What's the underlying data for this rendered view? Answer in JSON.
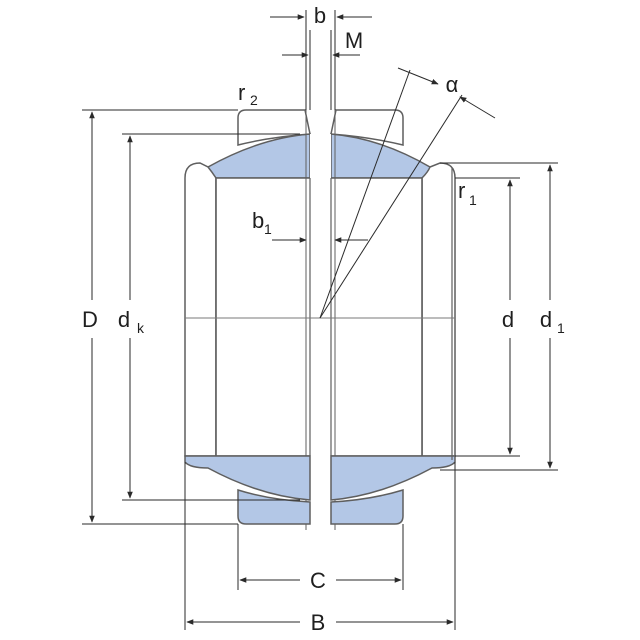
{
  "colors": {
    "fill": "#b3c7e6",
    "outline": "#5f5f5f",
    "dim": "#2a2a2a",
    "background": "#ffffff"
  },
  "labels": {
    "b": "b",
    "M": "M",
    "alpha": "α",
    "r2_main": "r",
    "r2_sub": "2",
    "r1_main": "r",
    "r1_sub": "1",
    "b1_main": "b",
    "b1_sub": "1",
    "D": "D",
    "dk_main": "d",
    "dk_sub": "k",
    "d": "d",
    "d1_main": "d",
    "d1_sub": "1",
    "C": "C",
    "B": "B"
  }
}
